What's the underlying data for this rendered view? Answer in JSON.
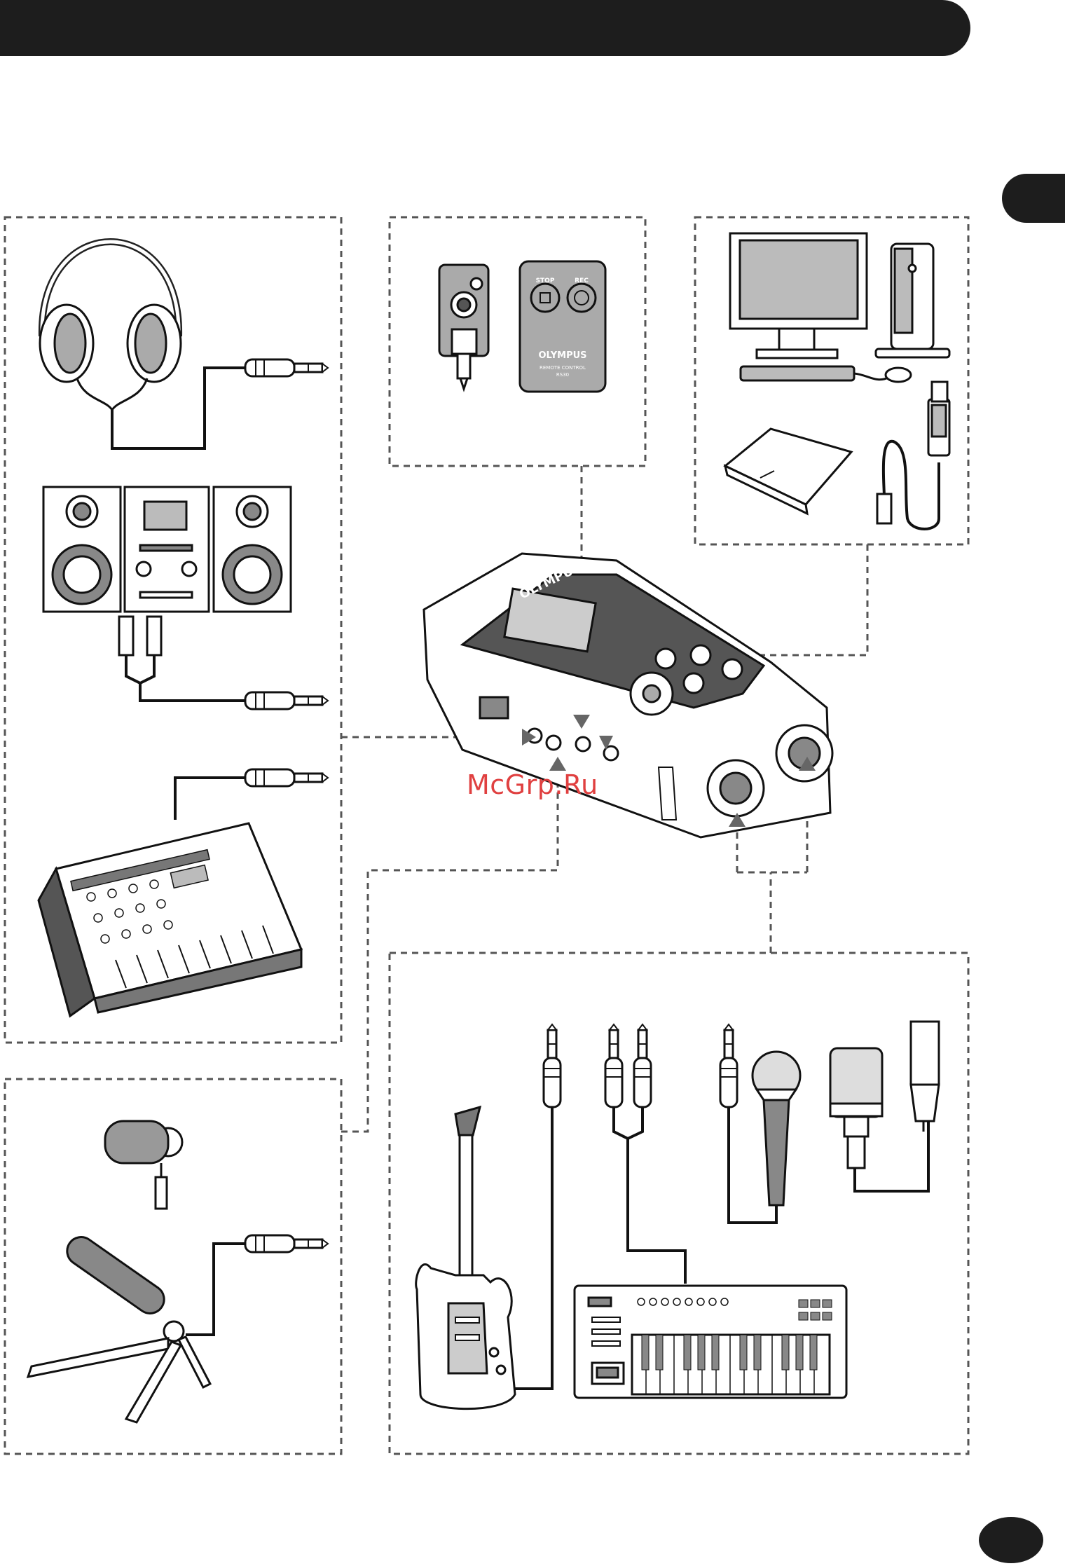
{
  "remote": {
    "stop_label": "STOP",
    "rec_label": "REC",
    "brand": "OLYMPUS",
    "line1": "REMOTE CONTROL",
    "model": "RS30"
  },
  "recorder": {
    "brand": "OLYMPUS"
  },
  "watermark": "McGrp.Ru",
  "icons": [
    "headphones-icon",
    "speaker-system-icon",
    "mixer-icon",
    "stereo-mic-icon",
    "gun-mic-icon",
    "remote-receiver-icon",
    "remote-control-icon",
    "computer-icon",
    "ac-adapter-icon",
    "usb-cable-icon",
    "recorder-icon",
    "guitar-icon",
    "keyboard-icon",
    "dynamic-mic-icon",
    "condenser-mic-icon",
    "xlr-plug-icon"
  ]
}
